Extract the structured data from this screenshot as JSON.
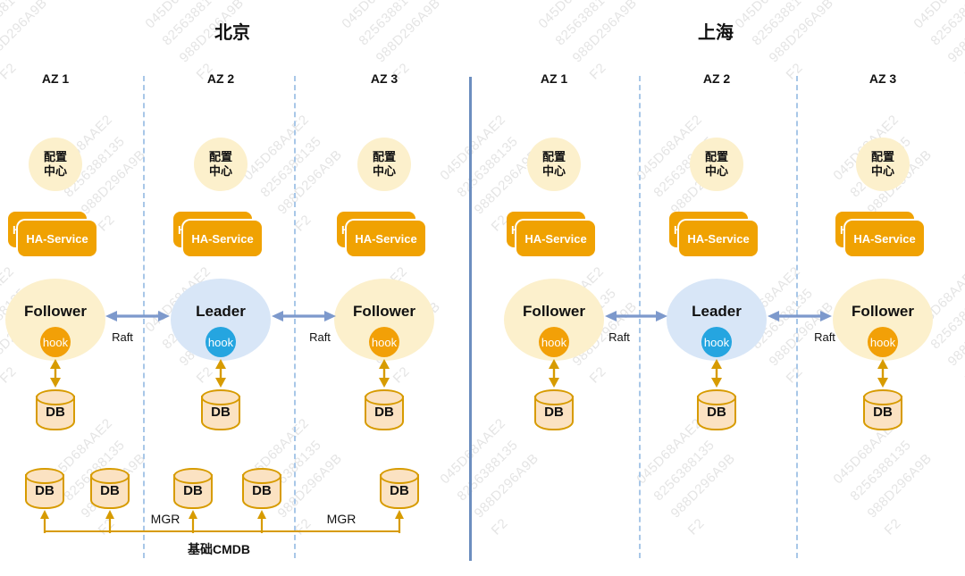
{
  "labels": {
    "ha_service": "HA-Service",
    "hook": "hook",
    "db": "DB",
    "raft": "Raft",
    "mgr": "MGR",
    "cmdb": "基础CMDB",
    "config_line1": "配置",
    "config_line2": "中心"
  },
  "regions": [
    {
      "title": "北京",
      "azs": [
        {
          "label": "AZ 1",
          "role": "Follower"
        },
        {
          "label": "AZ 2",
          "role": "Leader"
        },
        {
          "label": "AZ 3",
          "role": "Follower"
        }
      ]
    },
    {
      "title": "上海",
      "azs": [
        {
          "label": "AZ 1",
          "role": "Follower"
        },
        {
          "label": "AZ 2",
          "role": "Leader"
        },
        {
          "label": "AZ 3",
          "role": "Follower"
        }
      ]
    }
  ],
  "watermark_lines": [
    "045D68AAE2",
    "8256388135",
    "988D296A9B",
    "F2"
  ],
  "colors": {
    "node_cream": "#FCF0CC",
    "leader_blue": "#D8E6F7",
    "ha_orange": "#F0A202",
    "hook_orange": "#F2A007",
    "hook_blue": "#25A5E0",
    "db_fill": "#FBE2C2",
    "db_border": "#D79B00",
    "raft_arrow_blue": "#7D99CC",
    "divider_dashed_blue": "#A8C7E8",
    "divider_solid_blue": "#6C8EBF"
  }
}
